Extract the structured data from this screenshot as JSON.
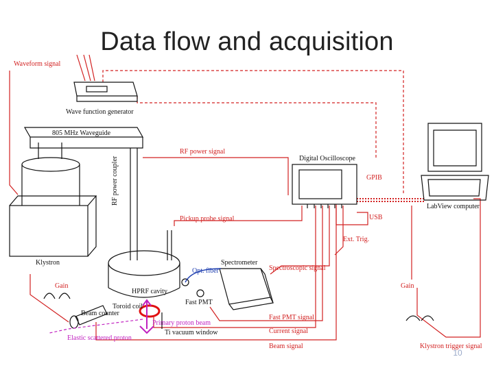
{
  "slide": {
    "title": "Data flow and acquisition",
    "page_number": "10"
  },
  "labels": {
    "waveform_signal": "Waveform signal",
    "wave_function_generator": "Wave function generator",
    "waveguide": "805 MHz Waveguide",
    "rf_power_coupler": "RF power coupler",
    "rf_power_signal": "RF power signal",
    "digital_oscilloscope": "Digital Oscilloscope",
    "gpib": "GPIB",
    "labview_computer": "LabView computer",
    "usb": "USB",
    "pickup_probe_signal": "Pickup probe signal",
    "ext_trig": "Ext. Trig.",
    "klystron": "Klystron",
    "spectrometer": "Spectrometer",
    "opt_fiber": "Opt. fiber",
    "spectroscopic_signal": "Spectroscopic signal",
    "gain_left": "Gain",
    "gain_right": "Gain",
    "hprf_cavity": "HPRF cavity",
    "toroid_coil": "Toroid coil",
    "fast_pmt": "Fast PMT",
    "beam_counter": "Beam counter",
    "primary_proton_beam": "Primary proton beam",
    "ti_vacuum_window": "Ti vacuum window",
    "elastic_scattered_proton": "Elastic scattered proton",
    "fast_pmt_signal": "Fast PMT signal",
    "current_signal": "Current signal",
    "beam_signal": "Beam signal",
    "klystron_trigger_signal": "Klystron trigger signal"
  },
  "colors": {
    "signal": "#d22020",
    "equipment": "#111111",
    "fiber": "#1f3fb0",
    "beam": "#c020c0",
    "toroid": "#e01010",
    "page_number": "#9aa9c9"
  }
}
